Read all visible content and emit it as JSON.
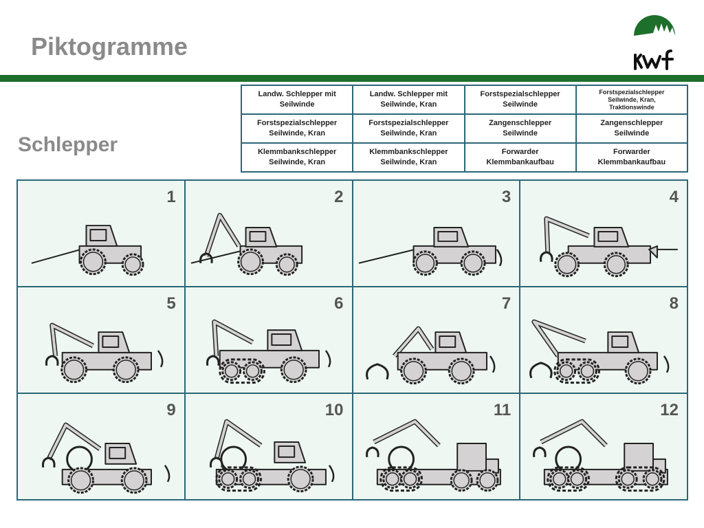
{
  "page": {
    "title": "Piktogramme",
    "subtitle": "Schlepper"
  },
  "logo": {
    "text": "kwf"
  },
  "legend": {
    "rows": [
      [
        {
          "line1": "Landw. Schlepper mit",
          "line2": "Seilwinde"
        },
        {
          "line1": "Landw. Schlepper mit",
          "line2": "Seilwinde, Kran"
        },
        {
          "line1": "Forstspezialschlepper",
          "line2": "Seilwinde"
        },
        {
          "line1": "Forstspezialschlepper",
          "line2": "Seilwinde, Kran,",
          "line3": "Traktionswinde"
        }
      ],
      [
        {
          "line1": "Forstspezialschlepper",
          "line2": "Seilwinde, Kran"
        },
        {
          "line1": "Forstspezialschlepper",
          "line2": "Seilwinde, Kran"
        },
        {
          "line1": "Zangenschlepper",
          "line2": "Seilwinde"
        },
        {
          "line1": "Zangenschlepper",
          "line2": "Seilwinde"
        }
      ],
      [
        {
          "line1": "Klemmbankschlepper",
          "line2": "Seilwinde, Kran"
        },
        {
          "line1": "Klemmbankschlepper",
          "line2": "Seilwinde, Kran"
        },
        {
          "line1": "Forwarder",
          "line2": "Klemmbankaufbau"
        },
        {
          "line1": "Forwarder",
          "line2": "Klemmbankaufbau"
        }
      ]
    ]
  },
  "pictograms": {
    "numbers": [
      "1",
      "2",
      "3",
      "4",
      "5",
      "6",
      "7",
      "8",
      "9",
      "10",
      "11",
      "12"
    ],
    "colors": {
      "fill": "#d4d2d2",
      "stroke": "#222222",
      "grid_border": "#2b6676",
      "cell_bg": "#eef7f2",
      "accent": "#1e6e2c"
    }
  }
}
